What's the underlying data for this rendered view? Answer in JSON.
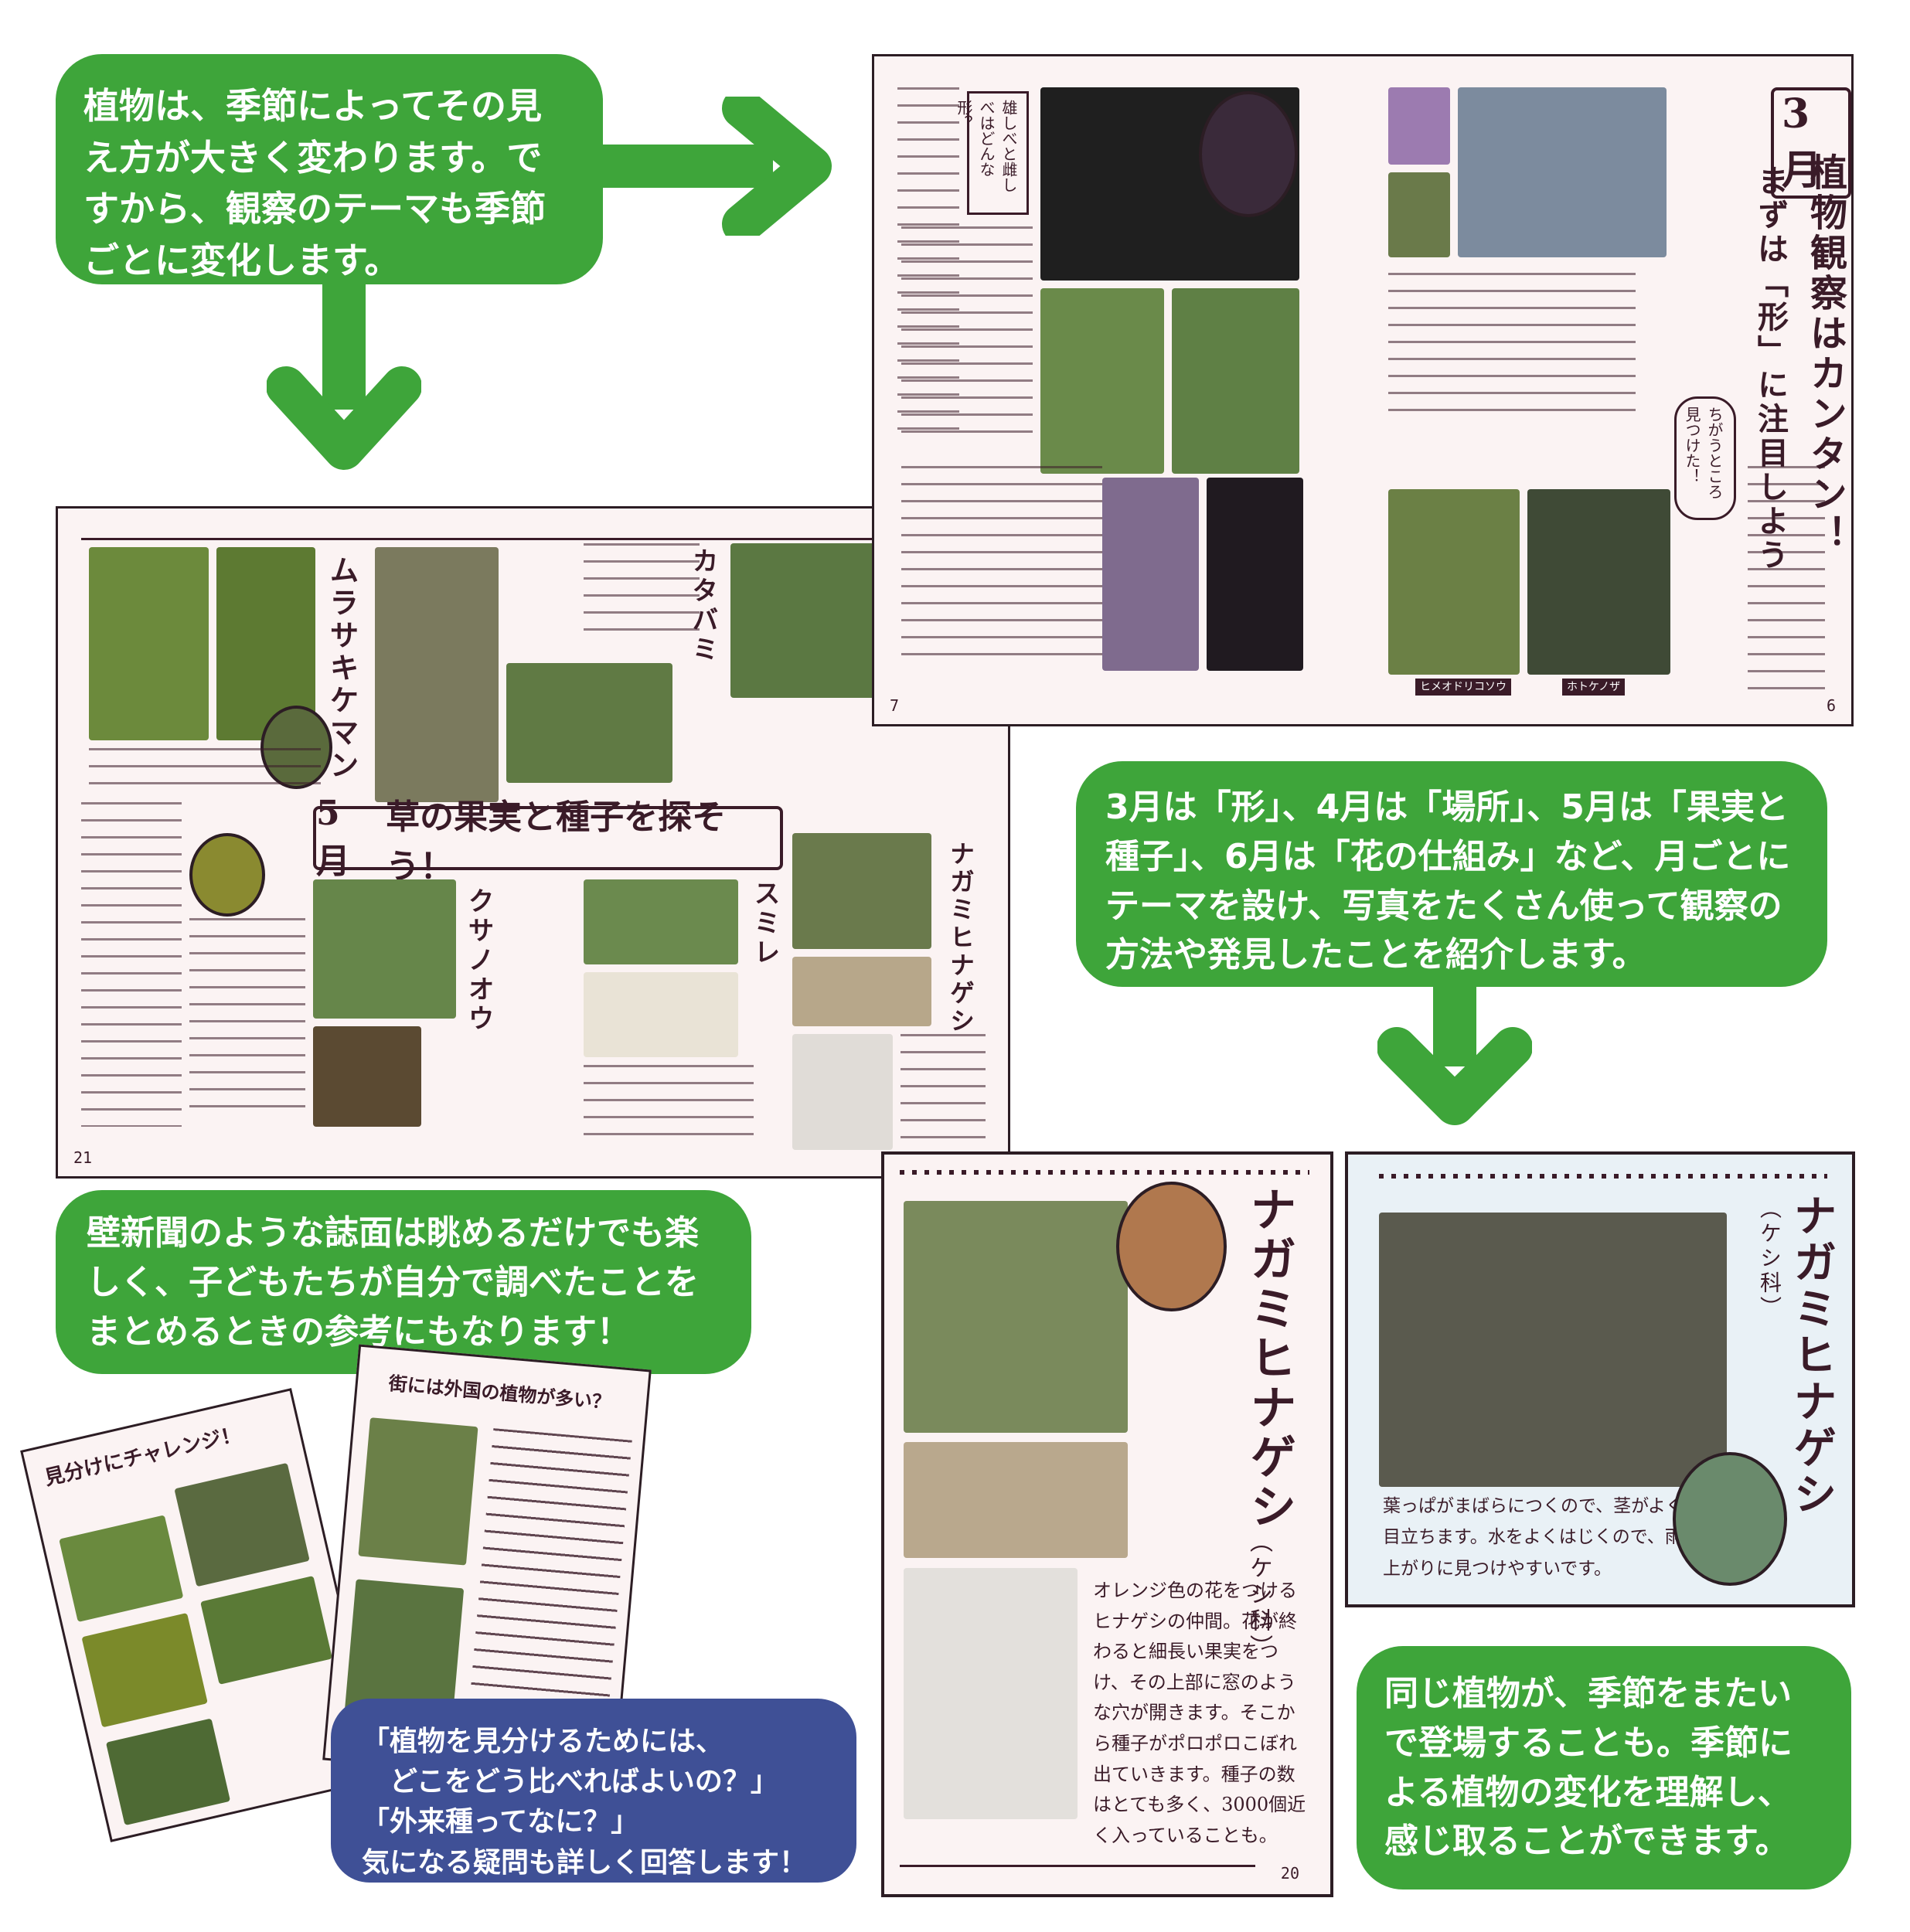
{
  "callouts": {
    "season_change": "植物は、季節によってその見え方が大きく変わります。ですから、観察のテーマも季節ごとに変化します。",
    "monthly_themes": "3月は「形」、4月は「場所」、5月は「果実と種子」、6月は「花の仕組み」など、月ごとにテーマを設け、写真をたくさん使って観察の方法や発見したことを紹介します。",
    "wall_newspaper": "壁新聞のような誌面は眺めるだけでも楽しく、子どもたちが自分で調べたことをまとめるときの参考にもなります！",
    "questions_line1": "「植物を見分けるためには、",
    "questions_line2": "どこをどう比べればよいの？」",
    "questions_line3": "「外来種ってなに？」",
    "questions_line4": "気になる疑問も詳しく回答します！",
    "same_plant": "同じ植物が、季節をまたいで登場することも。季節による植物の変化を理解し、感じ取ることができます。"
  },
  "march_spread": {
    "month": "3月",
    "title_main": "植物観察はカンタン！",
    "title_sub": "まずは「形」に注目しよう",
    "box_question": "雄しべと雌しべはどんな形？",
    "box_found": "ちがうところ見つけた！",
    "label_himeodoriko": "ヒメオドリコソウ",
    "label_hotokenoza": "ホトケノザ",
    "page_left": "7",
    "page_right": "6"
  },
  "may_spread": {
    "month": "5月",
    "title": "草の果実と種子を探そう！",
    "plant1": "ムラサキケマン",
    "plant2": "カタバミ",
    "plant3": "クサノオウ",
    "plant4": "スミレ",
    "plant5": "ナガミヒナゲシ",
    "page_left": "21"
  },
  "nagami_page": {
    "name": "ナガミヒナゲシ",
    "family": "（ケシ科）",
    "body": "オレンジ色の花をつけるヒナゲシの仲間。花が終わると細長い果実をつけ、その上部に窓のような穴が開きます。そこから種子がポロポロこぼれ出ていきます。種子の数はとても多く、3000個近く入っていることも。",
    "page_num": "20"
  },
  "nagami_card": {
    "name": "ナガミヒナゲシ",
    "family": "（ケシ科）",
    "body": "葉っぱがまばらにつくので、茎がよく目立ちます。水をよくはじくので、雨上がりに見つけやすいです。"
  },
  "small_pages": {
    "left_title": "見分けにチャレンジ！",
    "right_title": "街には外国の植物が多い？"
  },
  "colors": {
    "callout_green": "#3ea53a",
    "callout_blue": "#3f5096",
    "page_paper": "#fbf3f3",
    "ink": "#3a1b28"
  }
}
